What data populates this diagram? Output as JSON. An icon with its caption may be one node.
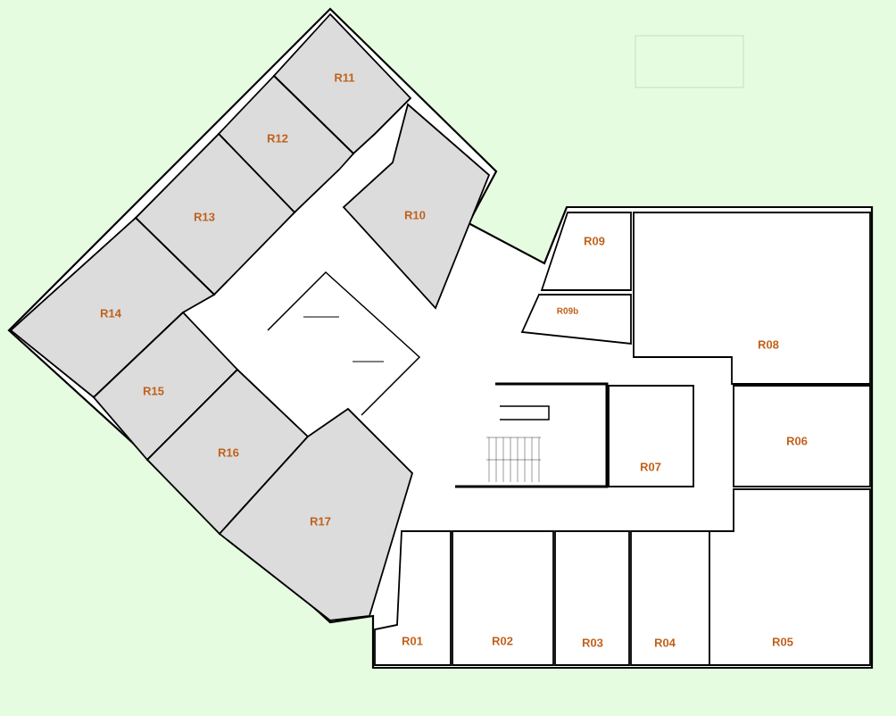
{
  "diagram": {
    "nodes": [
      {
        "text": [
          "R11"
        ]
      },
      {
        "text": [
          "R12"
        ]
      },
      {
        "text": [
          "R10"
        ]
      },
      {
        "text": [
          "R13"
        ]
      },
      {
        "text": [
          "R09"
        ]
      },
      {
        "text": [
          "R14"
        ]
      },
      {
        "text": [
          "R09b"
        ]
      },
      {
        "text": [
          "R08"
        ]
      },
      {
        "text": [
          "R15"
        ]
      },
      {
        "text": [
          "R16"
        ]
      },
      {
        "text": [
          "R06"
        ]
      },
      {
        "text": [
          "R07"
        ]
      },
      {
        "text": [
          "R17"
        ]
      },
      {
        "text": [
          "R01"
        ]
      },
      {
        "text": [
          "R02"
        ]
      },
      {
        "text": [
          "R03"
        ]
      },
      {
        "text": [
          "R04"
        ]
      },
      {
        "text": [
          "R05"
        ]
      }
    ]
  }
}
